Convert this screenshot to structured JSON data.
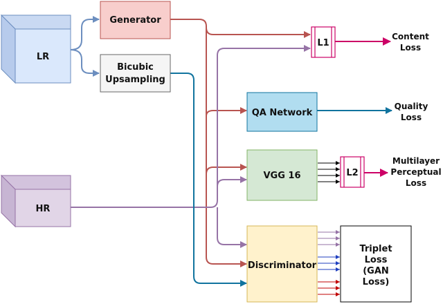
{
  "blocks": {
    "lr": "LR",
    "hr": "HR",
    "generator": "Generator",
    "bicubic": [
      "Bicubic",
      "Upsampling"
    ],
    "l1": "L1",
    "l2": "L2",
    "qa_network": "QA Network",
    "vgg16": "VGG 16",
    "discriminator": "Discriminator",
    "triplet": [
      "Triplet",
      "Loss",
      "(GAN",
      "Loss)"
    ]
  },
  "outputs": {
    "content_loss": [
      "Content",
      "Loss"
    ],
    "quality_loss": [
      "Quality",
      "Loss"
    ],
    "perceptual_loss": [
      "Multilayer",
      "Perceptual",
      "Loss"
    ]
  },
  "colors": {
    "lr_flow": "#6c8ebf",
    "generator_flow": "#b85450",
    "hr_flow": "#9673a6",
    "bicubic_flow": "#10739e",
    "loss_output": "#cc0066",
    "lr_fill": "#dae8fc",
    "hr_fill": "#e1d5e7",
    "generator_fill": "#f8cecc",
    "qa_fill": "#b1ddf0",
    "vgg_fill": "#d5e8d4",
    "disc_fill": "#fff2cc"
  }
}
